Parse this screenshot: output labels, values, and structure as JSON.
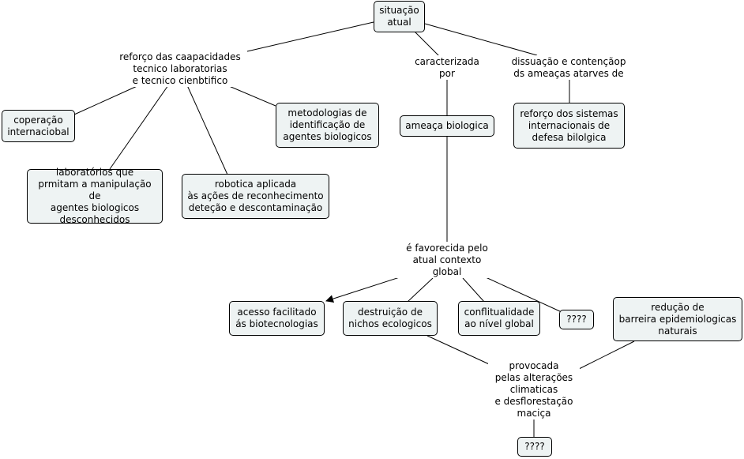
{
  "concepts": {
    "situacao_atual": "situação\natual",
    "cooperacao": "coperação\ninternaciobal",
    "laboratorios": "laboratórios que\nprmitam a manipulação de\nagentes biologicos\ndesconhecidos",
    "robotica": "robotica aplicada\nàs ações de reconhecimento\ndeteção e descontaminação",
    "metodologias": "metodologias de\nidentificação de\nagentes biologicos",
    "ameaca_biologica": "ameaça biologica",
    "reforco_sistemas": "reforço dos sistemas\ninternacionais de\ndefesa bilolgica",
    "acesso_facilitado": "acesso facilitado\nás biotecnologias",
    "destruicao_nichos": "destruição de\nnichos ecologicos",
    "conflitualidade": "conflitualidade\nao nível global",
    "unknown_1": "????",
    "reducao_barreira": "redução de\nbarreira epidemiologicas\nnaturais",
    "unknown_2": "????"
  },
  "linking_phrases": {
    "reforco_capacidades": "reforço das caapacidades\ntecnico laboratorias\ne tecnico cienbtifico",
    "caracterizada_por": "caracterizada\npor",
    "dissuacao": "dissuação e contençãop\nds ameaças atarves de",
    "favorecida": "é favorecida pelo\natual  contexto\nglobal",
    "provocada": "provocada\npelas alterações\nclimaticas\ne desflorestação\nmaciça"
  }
}
